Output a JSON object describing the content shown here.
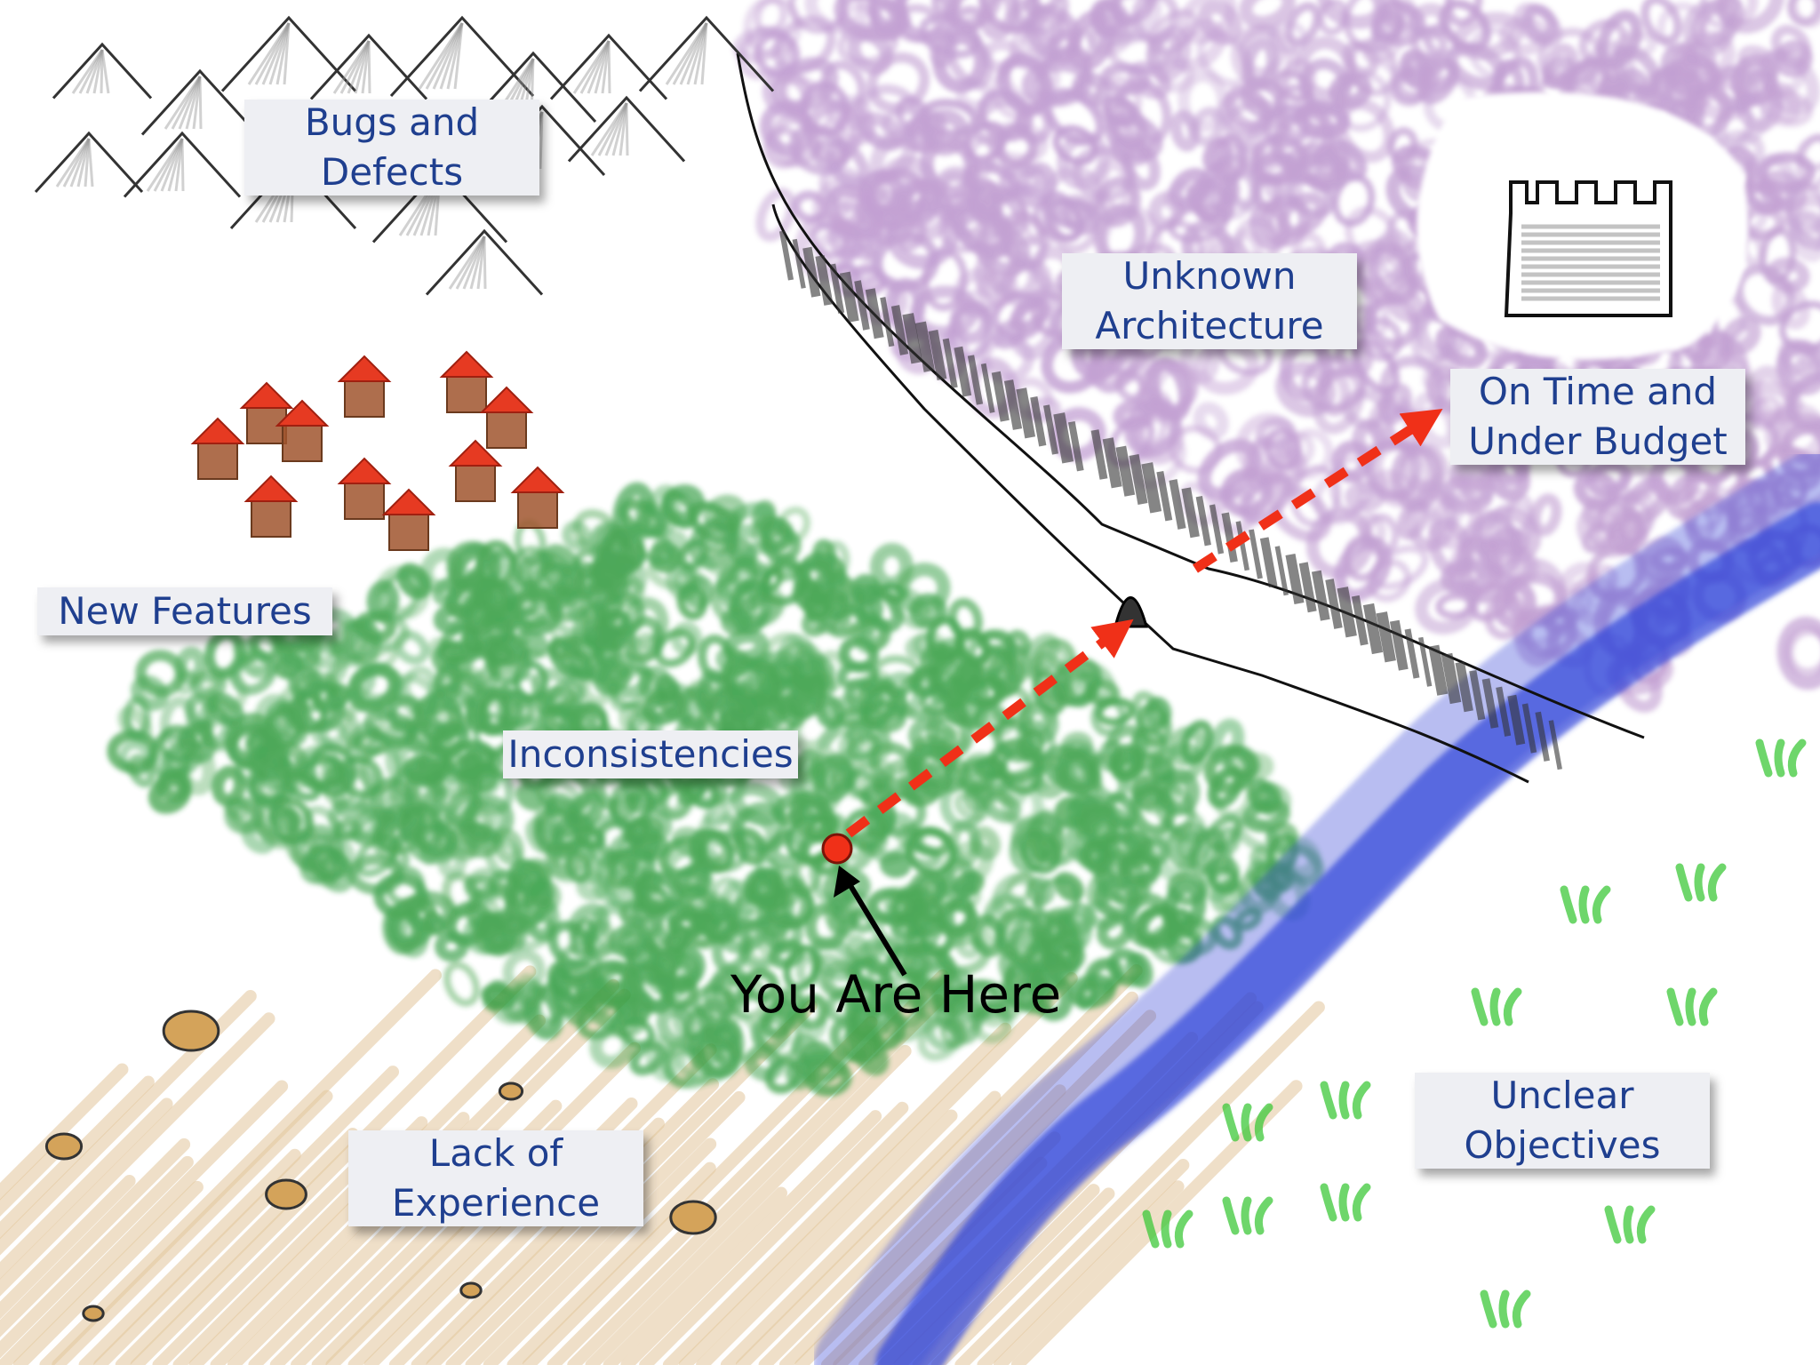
{
  "map": {
    "labels": {
      "bugs_and_defects": [
        "Bugs and",
        "Defects"
      ],
      "unknown_architecture": [
        "Unknown",
        "Architecture"
      ],
      "on_time_and_under_budget": [
        "On Time and",
        "Under Budget"
      ],
      "new_features": "New Features",
      "inconsistencies": "Inconsistencies",
      "lack_of_experience": [
        "Lack of",
        "Experience"
      ],
      "unclear_objectives": [
        "Unclear",
        "Objectives"
      ]
    },
    "you_are_here": "You Are Here"
  },
  "colors": {
    "label_text": "#1f3f8f",
    "label_bg": "#eeeff3",
    "forest": "#2e9a3c",
    "swamp": "#b48ac8",
    "river": "#3045d8",
    "field": "#d9b27a",
    "path_arrow": "#f03018",
    "roof": "#e63a22",
    "house": "#a0552e",
    "grass": "#3ec83a"
  }
}
